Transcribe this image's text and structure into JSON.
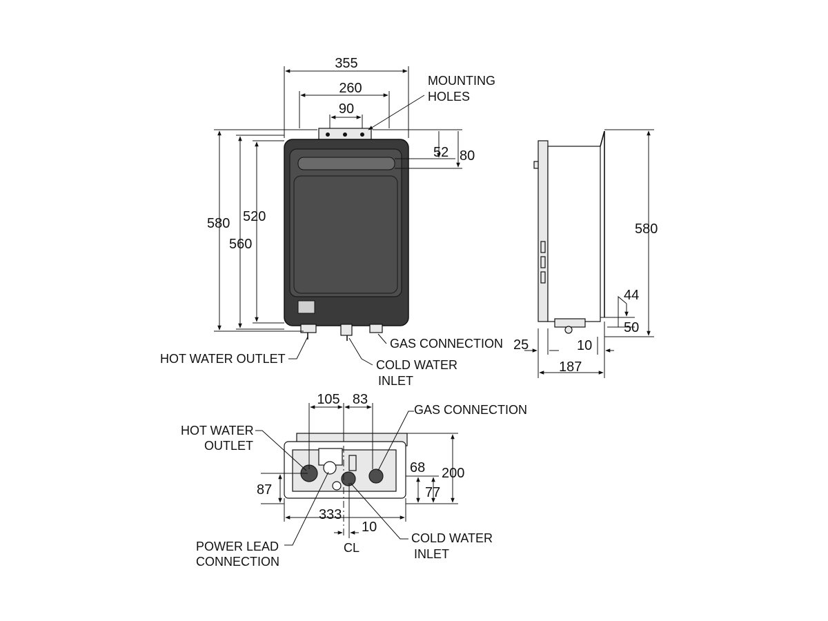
{
  "front": {
    "width_outer": "355",
    "width_holes": "260",
    "width_center": "90",
    "height_total": "580",
    "height_body": "560",
    "height_panel": "520",
    "top_52": "52",
    "top_80": "80",
    "mounting_holes_1": "MOUNTING",
    "mounting_holes_2": "HOLES",
    "gas_connection": "GAS CONNECTION",
    "hot_water_outlet": "HOT WATER OUTLET",
    "cold_water_1": "COLD WATER",
    "cold_water_2": "INLET"
  },
  "side": {
    "height": "580",
    "dim_44": "44",
    "dim_50": "50",
    "dim_25": "25",
    "dim_10": "10",
    "depth": "187"
  },
  "bottom": {
    "dim_105": "105",
    "dim_83": "83",
    "gas_connection": "GAS CONNECTION",
    "hot_water_1": "HOT WATER",
    "hot_water_2": "OUTLET",
    "dim_68": "68",
    "dim_200": "200",
    "dim_87": "87",
    "dim_77": "77",
    "dim_333": "333",
    "dim_10": "10",
    "centerline": "CL",
    "power_1": "POWER LEAD",
    "power_2": "CONNECTION",
    "cold_water_1": "COLD WATER",
    "cold_water_2": "INLET"
  }
}
